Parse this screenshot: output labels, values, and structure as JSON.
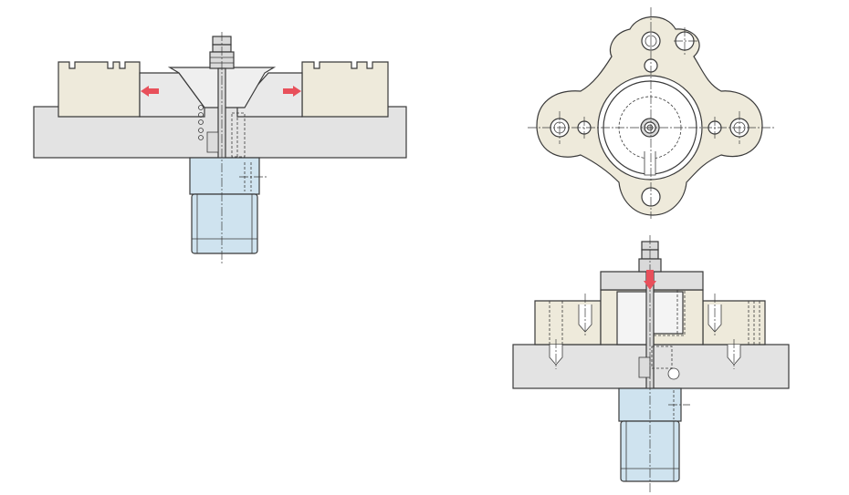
{
  "figure": {
    "views": [
      {
        "id": "front-section-unclamped",
        "arrows": "outward"
      },
      {
        "id": "top-plan-view"
      },
      {
        "id": "front-section-clamped",
        "arrows": "downward"
      }
    ],
    "colors": {
      "base_plate": "#e3e3e3",
      "jaw_body": "#eeeadb",
      "hydraulic_cylinder": "#cfe3ef",
      "motion_arrow": "#e8505b",
      "outline": "#3a3a3a"
    }
  }
}
